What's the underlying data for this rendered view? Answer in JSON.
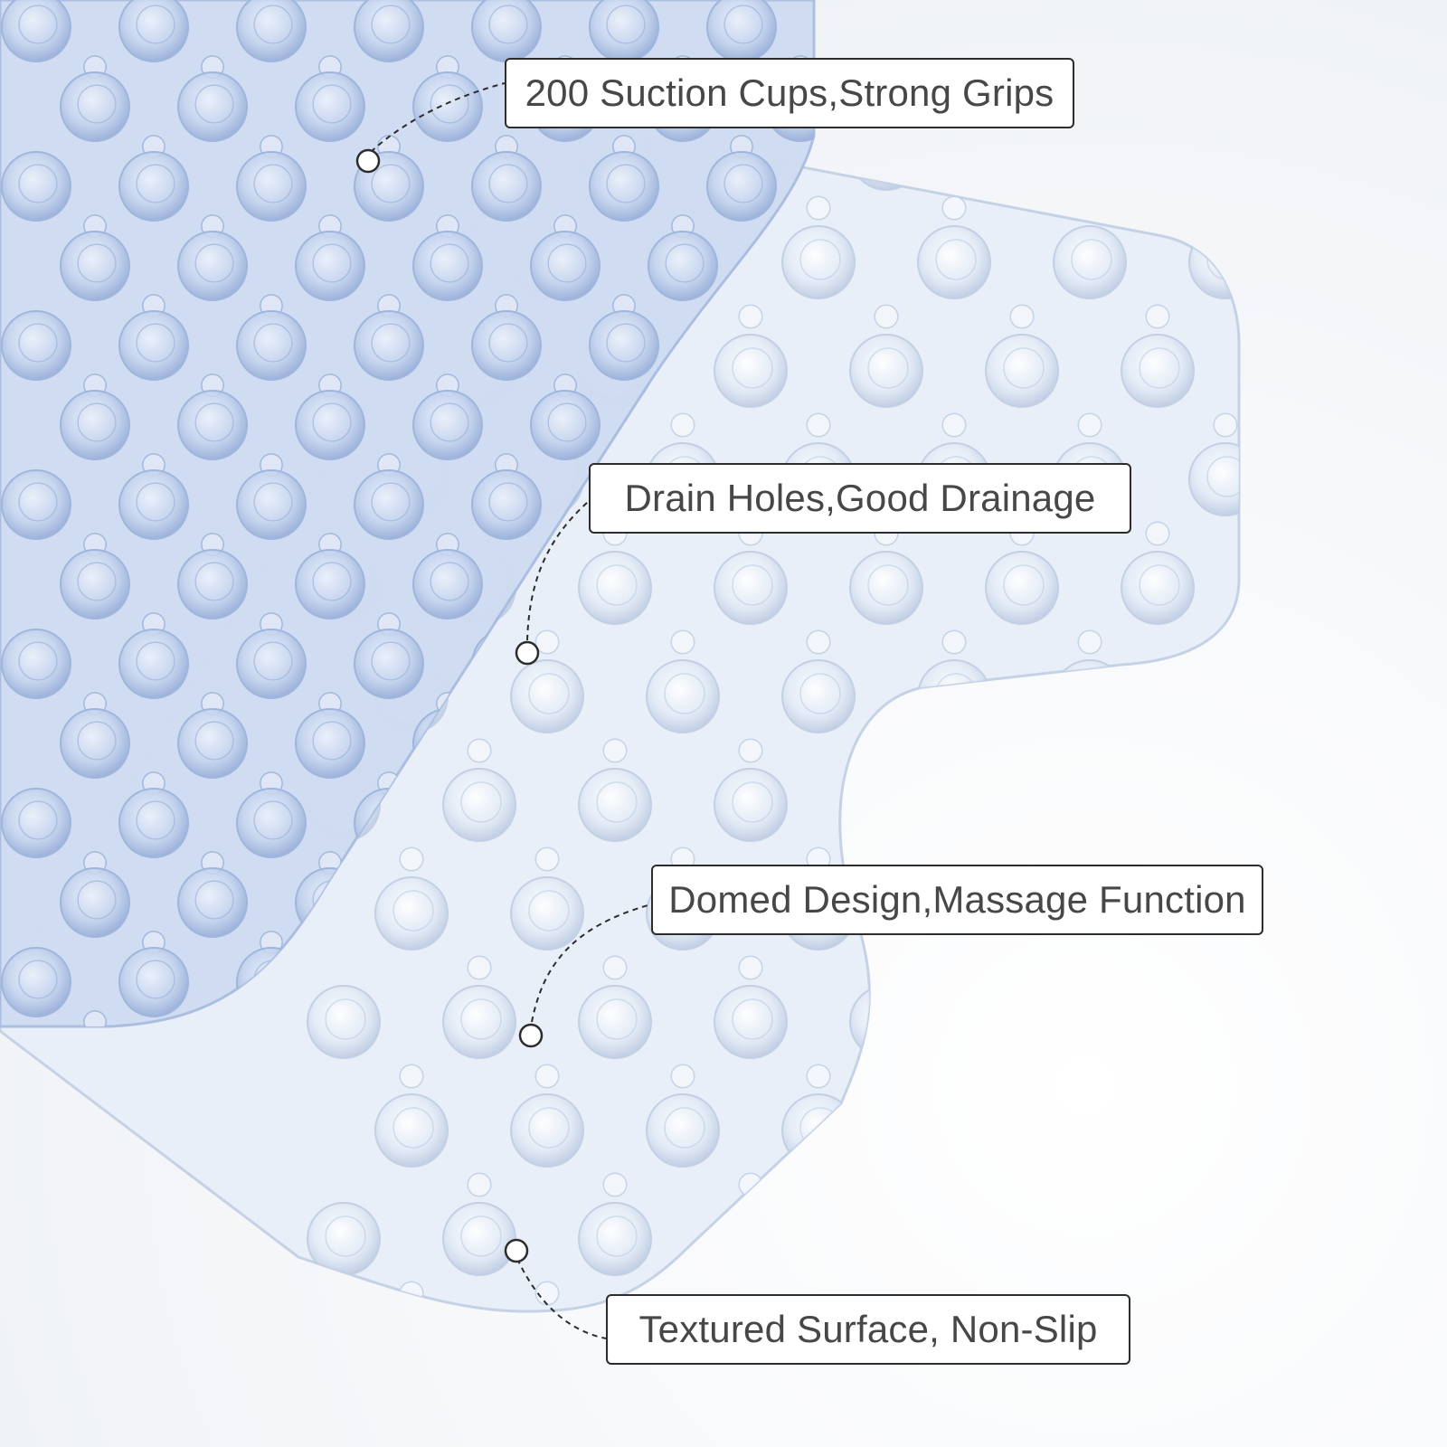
{
  "colors": {
    "background": "#f6f7f9",
    "mat_blue": "#c9d7ef",
    "mat_clear": "#e6edf7",
    "callout_border": "#2c2c2c",
    "callout_text": "#474747"
  },
  "callouts": [
    {
      "label": "200 Suction Cups,Strong Grips"
    },
    {
      "label": "Drain Holes,Good Drainage"
    },
    {
      "label": "Domed Design,Massage Function"
    },
    {
      "label": "Textured Surface, Non-Slip"
    }
  ]
}
